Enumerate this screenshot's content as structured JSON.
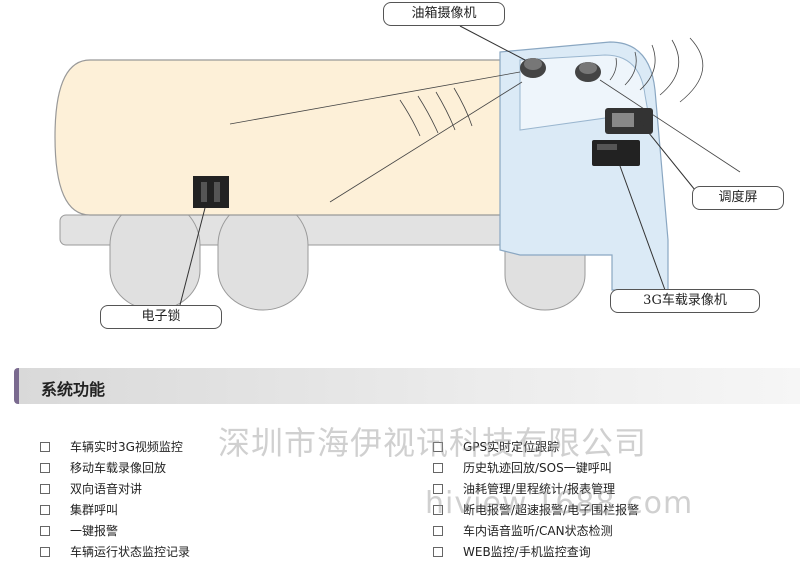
{
  "callouts": {
    "tank_camera": "油箱摄像机",
    "dispatch_screen": "调度屏",
    "vehicle_dvr": "3G车载录像机",
    "electronic_lock": "电子锁"
  },
  "section_title": "系统功能",
  "features_left": [
    "车辆实时3G视频监控",
    "移动车载录像回放",
    "双向语音对讲",
    "集群呼叫",
    "一键报警",
    "车辆运行状态监控记录"
  ],
  "features_right": [
    "GPS实时定位跟踪",
    "历史轨迹回放/SOS一键呼叫",
    "油耗管理/里程统计/报表管理",
    "断电报警/超速报警/电子围栏报警",
    "车内语音监听/CAN状态检测",
    "WEB监控/手机监控查询"
  ],
  "watermark": {
    "company": "深圳市海伊视讯科技有限公司",
    "url": "hiview.1688.com"
  },
  "colors": {
    "tank_fill": "#fdf0d8",
    "cab_fill": "#dbeaf6",
    "chassis_fill": "#e2e2e2",
    "accent_bar": "#7a6a8f"
  }
}
